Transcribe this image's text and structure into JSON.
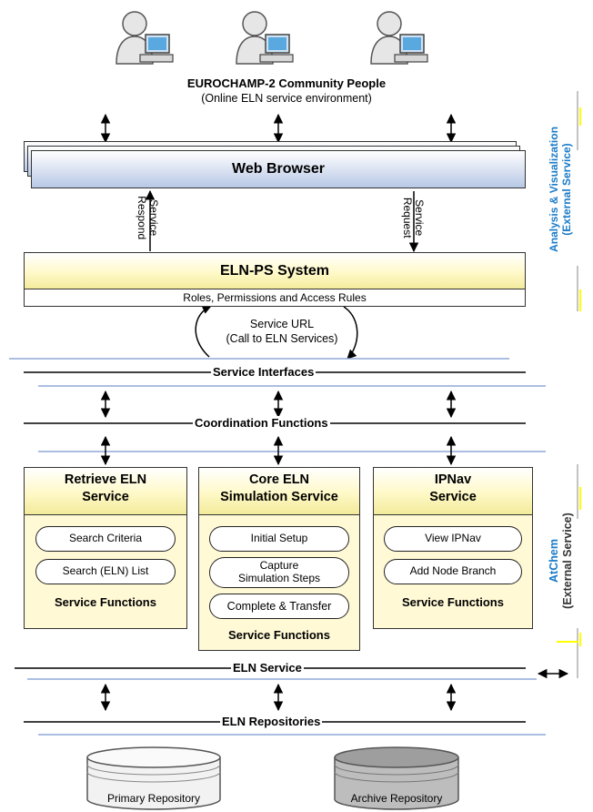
{
  "community": {
    "title": "EUROCHAMP-2 Community People",
    "subtitle": "(Online ELN service environment)"
  },
  "browser": {
    "label": "Web Browser"
  },
  "arrows": {
    "respond": "Service Respond",
    "request": "Service Request"
  },
  "eln_ps": {
    "title": "ELN-PS System",
    "rules": "Roles, Permissions and Access Rules",
    "service_url_line1": "Service URL",
    "service_url_line2": "(Call to ELN Services)"
  },
  "bars": {
    "service_interfaces": "Service Interfaces",
    "coordination_functions": "Coordination Functions",
    "eln_service": "ELN Service",
    "eln_repositories": "ELN Repositories"
  },
  "services": [
    {
      "title_line1": "Retrieve ELN",
      "title_line2": "Service",
      "functions": [
        "Search Criteria",
        "Search (ELN) List"
      ],
      "footer": "Service Functions"
    },
    {
      "title_line1": "Core ELN",
      "title_line2": "Simulation Service",
      "functions": [
        "Initial Setup",
        "Capture\nSimulation Steps",
        "Complete & Transfer"
      ],
      "footer": "Service Functions"
    },
    {
      "title_line1": "IPNav",
      "title_line2": "Service",
      "functions": [
        "View IPNav",
        "Add Node Branch"
      ],
      "footer": "Service Functions"
    }
  ],
  "repositories": {
    "primary": "Primary Repository",
    "archive": "Archive Repository"
  },
  "side_labels": {
    "analysis_line1": "Analysis & Visualization",
    "analysis_line2": "(External Service)",
    "atchem_line1": "AtChem",
    "atchem_line2": "(External Service)"
  },
  "colors": {
    "accent_blue": "#1a7bc8",
    "yellow_marker": "#ffff00",
    "separator_blue": "#8fa8d8"
  }
}
